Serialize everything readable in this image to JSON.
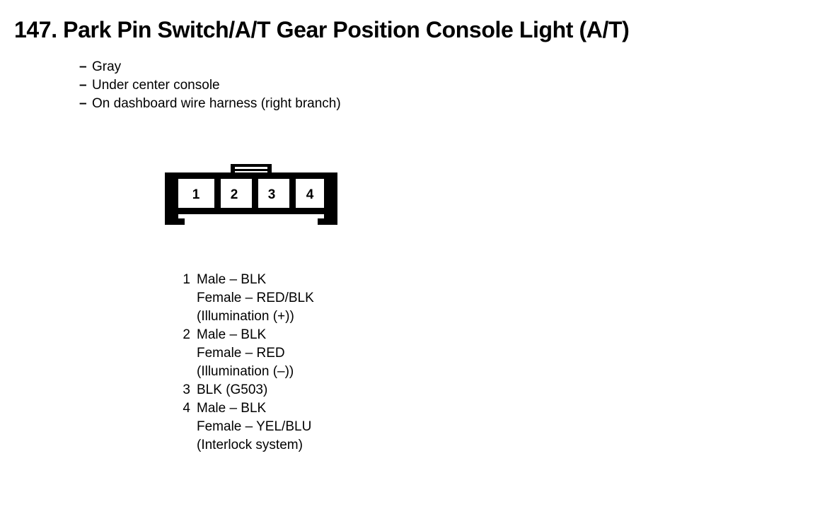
{
  "document": {
    "item_number": "147.",
    "title": "147. Park Pin Switch/A/T Gear Position Console Light (A/T)",
    "attributes": [
      {
        "dash": "–",
        "text": "Gray"
      },
      {
        "dash": "–",
        "text": "Under center console"
      },
      {
        "dash": "–",
        "text": "On dashboard wire harness (right branch)"
      }
    ]
  },
  "connector": {
    "cavity_count": 4,
    "cavities": [
      {
        "number": "1"
      },
      {
        "number": "2"
      },
      {
        "number": "3"
      },
      {
        "number": "4"
      }
    ]
  },
  "pin_legend": [
    {
      "number": "1",
      "lines": [
        "Male – BLK",
        "Female – RED/BLK",
        "(Illumination (+))"
      ]
    },
    {
      "number": "2",
      "lines": [
        "Male – BLK",
        "Female – RED",
        "(Illumination (–))"
      ]
    },
    {
      "number": "3",
      "lines": [
        "BLK (G503)"
      ]
    },
    {
      "number": "4",
      "lines": [
        "Male – BLK",
        "Female – YEL/BLU",
        "(Interlock system)"
      ]
    }
  ],
  "colors": {
    "ink": "#000000",
    "background": "#ffffff"
  }
}
